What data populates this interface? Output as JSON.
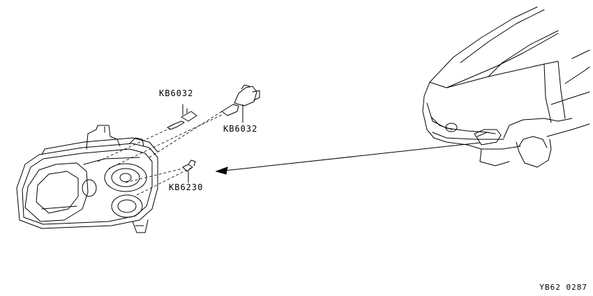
{
  "labels": {
    "bulb_upper_small": "KB6032",
    "bulb_upper_large": "KB6032",
    "bulb_lower": "KB6230"
  },
  "reference_code": "YB62 0287"
}
